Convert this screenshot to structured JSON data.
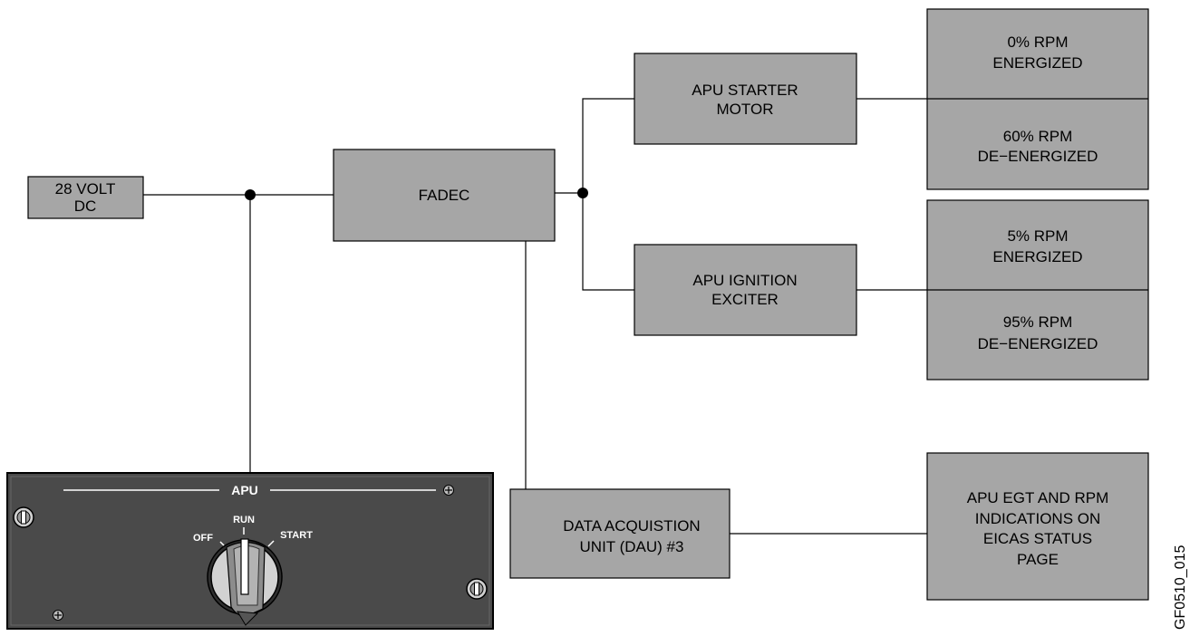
{
  "power_source": {
    "line1": "28 VOLT",
    "line2": "DC"
  },
  "fadec": {
    "label": "FADEC"
  },
  "starter_motor": {
    "line1": "APU STARTER",
    "line2": "MOTOR"
  },
  "ignition_exciter": {
    "line1": "APU IGNITION",
    "line2": "EXCITER"
  },
  "starter_states": [
    {
      "line1": "0% RPM",
      "line2": "ENERGIZED"
    },
    {
      "line1": "60% RPM",
      "line2": "DE−ENERGIZED"
    }
  ],
  "ignition_states": [
    {
      "line1": "5% RPM",
      "line2": "ENERGIZED"
    },
    {
      "line1": "95% RPM",
      "line2": "DE−ENERGIZED"
    }
  ],
  "dau": {
    "line1": "DATA ACQUISTION",
    "line2": "UNIT (DAU) #3"
  },
  "eicas": {
    "line1": "APU EGT AND RPM",
    "line2": "INDICATIONS ON",
    "line3": "EICAS STATUS",
    "line4": "PAGE"
  },
  "apu_panel": {
    "title": "APU",
    "positions": {
      "off": "OFF",
      "run": "RUN",
      "start": "START"
    },
    "selected": "RUN",
    "colors": {
      "panel": "#4d4d4d",
      "text": "#ffffff"
    }
  },
  "figure_id": "GF0510_015"
}
